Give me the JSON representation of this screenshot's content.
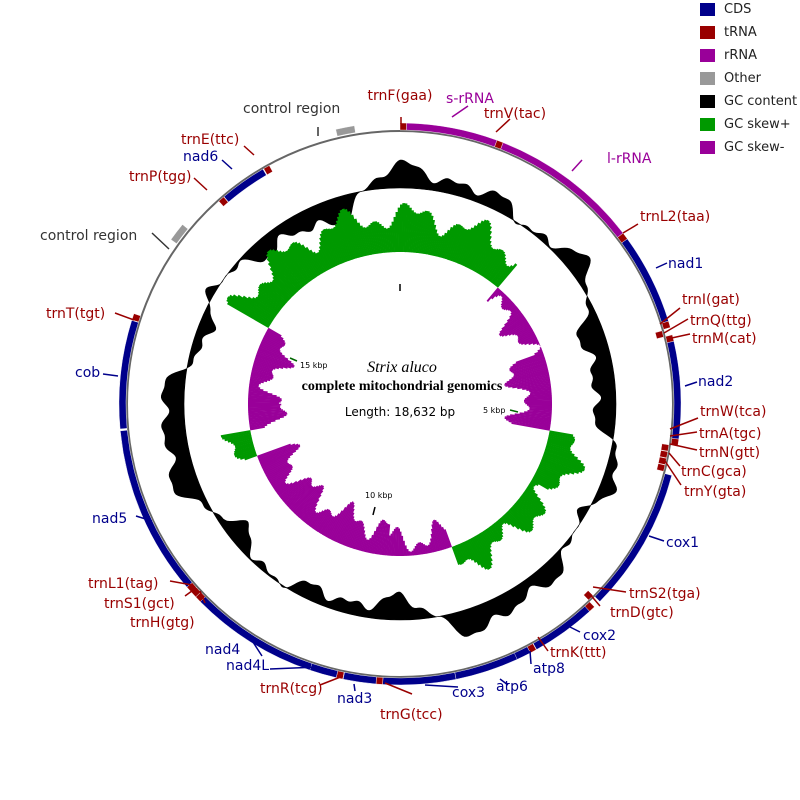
{
  "title": {
    "species": "Strix aluco",
    "subtitle": "complete mitochondrial genomics",
    "length": "Length: 18,632 bp"
  },
  "legend": [
    {
      "label": "CDS",
      "color": "#00008b"
    },
    {
      "label": "tRNA",
      "color": "#990000"
    },
    {
      "label": "rRNA",
      "color": "#990099"
    },
    {
      "label": "Other",
      "color": "#999999"
    },
    {
      "label": "GC content",
      "color": "#000000"
    },
    {
      "label": "GC skew+",
      "color": "#009900"
    },
    {
      "label": "GC skew-",
      "color": "#990099"
    }
  ],
  "scale_marks": [
    "5 kbp",
    "10 kbp",
    "15 kbp"
  ],
  "features": [
    {
      "name": "trnF(gaa)",
      "type": "tRNA",
      "strand": "+",
      "start": 0,
      "end": 70
    },
    {
      "name": "s-rRNA",
      "type": "rRNA",
      "strand": "+",
      "start": 70,
      "end": 1045
    },
    {
      "name": "trnV(tac)",
      "type": "tRNA",
      "strand": "+",
      "start": 1045,
      "end": 1115
    },
    {
      "name": "l-rRNA",
      "type": "rRNA",
      "strand": "+",
      "start": 1115,
      "end": 2720
    },
    {
      "name": "trnL2(taa)",
      "type": "tRNA",
      "strand": "+",
      "start": 2720,
      "end": 2795
    },
    {
      "name": "nad1",
      "type": "CDS",
      "strand": "+",
      "start": 2795,
      "end": 3770
    },
    {
      "name": "trnI(gat)",
      "type": "tRNA",
      "strand": "+",
      "start": 3770,
      "end": 3840
    },
    {
      "name": "trnQ(ttg)",
      "type": "tRNA",
      "strand": "-",
      "start": 3850,
      "end": 3920
    },
    {
      "name": "trnM(cat)",
      "type": "tRNA",
      "strand": "+",
      "start": 3920,
      "end": 3990
    },
    {
      "name": "nad2",
      "type": "CDS",
      "strand": "+",
      "start": 3990,
      "end": 5030
    },
    {
      "name": "trnW(tca)",
      "type": "tRNA",
      "strand": "+",
      "start": 5030,
      "end": 5100
    },
    {
      "name": "trnA(tgc)",
      "type": "tRNA",
      "strand": "-",
      "start": 5105,
      "end": 5175
    },
    {
      "name": "trnN(gtt)",
      "type": "tRNA",
      "strand": "-",
      "start": 5180,
      "end": 5250
    },
    {
      "name": "trnC(gca)",
      "type": "tRNA",
      "strand": "-",
      "start": 5255,
      "end": 5325
    },
    {
      "name": "trnY(gta)",
      "type": "tRNA",
      "strand": "-",
      "start": 5330,
      "end": 5400
    },
    {
      "name": "cox1",
      "type": "CDS",
      "strand": "+",
      "start": 5420,
      "end": 6970
    },
    {
      "name": "trnS2(tga)",
      "type": "tRNA",
      "strand": "-",
      "start": 6975,
      "end": 7045
    },
    {
      "name": "trnD(gtc)",
      "type": "tRNA",
      "strand": "+",
      "start": 7050,
      "end": 7120
    },
    {
      "name": "cox2",
      "type": "CDS",
      "strand": "+",
      "start": 7120,
      "end": 7810
    },
    {
      "name": "trnK(ttt)",
      "type": "tRNA",
      "strand": "+",
      "start": 7815,
      "end": 7885
    },
    {
      "name": "atp8",
      "type": "CDS",
      "strand": "+",
      "start": 7885,
      "end": 8050
    },
    {
      "name": "atp6",
      "type": "CDS",
      "strand": "+",
      "start": 8040,
      "end": 8720
    },
    {
      "name": "cox3",
      "type": "CDS",
      "strand": "+",
      "start": 8720,
      "end": 9500
    },
    {
      "name": "trnG(tcc)",
      "type": "tRNA",
      "strand": "+",
      "start": 9500,
      "end": 9570
    },
    {
      "name": "nad3",
      "type": "CDS",
      "strand": "+",
      "start": 9570,
      "end": 9920
    },
    {
      "name": "trnR(tcg)",
      "type": "tRNA",
      "strand": "+",
      "start": 9925,
      "end": 9995
    },
    {
      "name": "nad4L",
      "type": "CDS",
      "strand": "+",
      "start": 9995,
      "end": 10290
    },
    {
      "name": "nad4",
      "type": "CDS",
      "strand": "+",
      "start": 10285,
      "end": 11660
    },
    {
      "name": "trnH(gtg)",
      "type": "tRNA",
      "strand": "+",
      "start": 11660,
      "end": 11730
    },
    {
      "name": "trnS1(gct)",
      "type": "tRNA",
      "strand": "+",
      "start": 11730,
      "end": 11800
    },
    {
      "name": "trnL1(tag)",
      "type": "tRNA",
      "strand": "+",
      "start": 11800,
      "end": 11870
    },
    {
      "name": "nad5",
      "type": "CDS",
      "strand": "+",
      "start": 11870,
      "end": 13690
    },
    {
      "name": "cob",
      "type": "CDS",
      "strand": "+",
      "start": 13710,
      "end": 14870
    },
    {
      "name": "trnT(tgt)",
      "type": "tRNA",
      "strand": "+",
      "start": 14875,
      "end": 14945
    },
    {
      "name": "control region",
      "type": "Other",
      "strand": "+",
      "start": 15820,
      "end": 16020
    },
    {
      "name": "trnP(tgg)",
      "type": "tRNA",
      "strand": "-",
      "start": 16470,
      "end": 16540
    },
    {
      "name": "nad6",
      "type": "CDS",
      "strand": "-",
      "start": 16545,
      "end": 17065
    },
    {
      "name": "trnE(ttc)",
      "type": "tRNA",
      "strand": "-",
      "start": 17075,
      "end": 17145
    },
    {
      "name": "control region",
      "type": "Other",
      "strand": "+",
      "start": 17950,
      "end": 18150
    }
  ]
}
